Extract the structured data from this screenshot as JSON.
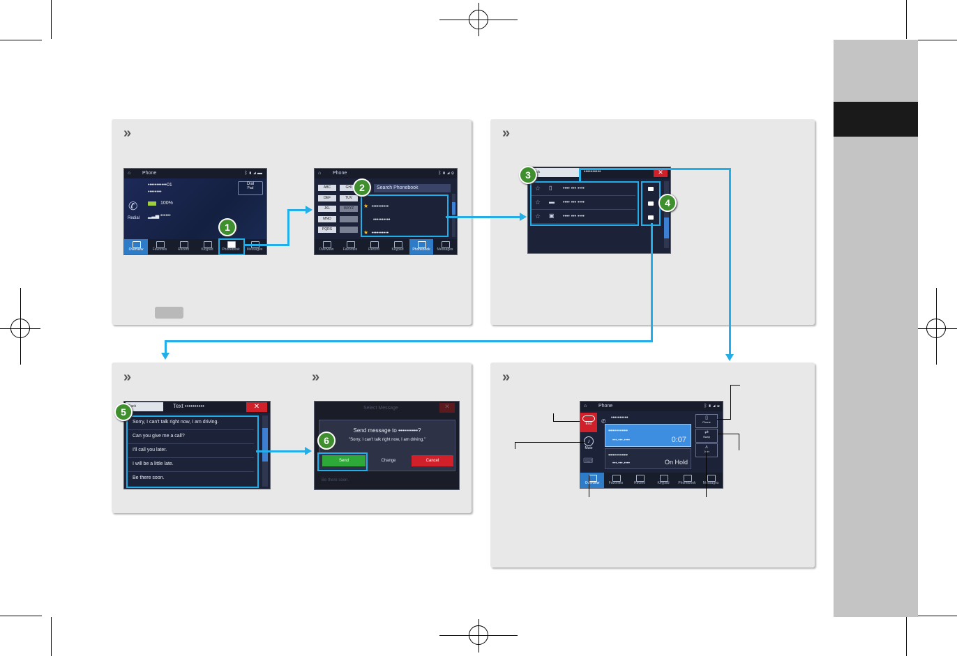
{
  "section_tab": {
    "bg": "#c4c4c4",
    "block": "#1a1a1a"
  },
  "chevron": "»",
  "panel_a": {
    "screen1": {
      "title": "Phone",
      "number": "•••••••••••01",
      "sub": "••••••••",
      "battery": "100%",
      "signal": "••••••",
      "side_label": "Redial",
      "dial_pad": "Dial",
      "dial_pad_sub": "Pad",
      "tabs": [
        "Overview",
        "Favorites",
        "Recent",
        "Keypad",
        "Phonebook",
        "Messages"
      ],
      "active_tab": 0,
      "highlight_tab": 4
    },
    "screen2": {
      "title": "Phone",
      "letters": [
        "ABC",
        "GHI",
        "DEF",
        "TUV",
        "JKL",
        "MNO",
        "PQRS",
        "WXYZ"
      ],
      "search": "Search Phonebook",
      "rows": [
        "••••••••••",
        "••••••••••",
        "••••••••••"
      ],
      "tabs": [
        "Overview",
        "Favorites",
        "Recent",
        "Keypad",
        "Phonebook",
        "Messages"
      ],
      "active_tab": 4
    },
    "button_chip": ""
  },
  "panel_b": {
    "screen3": {
      "back": "Back",
      "title": "••••••••••",
      "rows": [
        "•••• ••• ••••",
        "•••• ••• ••••",
        "•••• ••• ••••"
      ]
    }
  },
  "panel_c": {
    "screen5": {
      "back": "Back",
      "title": "Text  ••••••••••",
      "rows": [
        "Sorry, I can't talk right now, I am driving.",
        "Can you give me a call?",
        "I'll call you later.",
        "I will be a little late.",
        "Be there soon."
      ]
    },
    "screen6": {
      "bg_title": "Select Message",
      "prompt": "Send message to ••••••••••?",
      "quote": "\"Sorry, I can't talk right now, I am driving.\"",
      "send": "Send",
      "change": "Change",
      "cancel": "Cancel",
      "bg_row": "Be there soon."
    }
  },
  "panel_d": {
    "screen7": {
      "title": "Phone",
      "top_number": "••••••••••",
      "call1_name": "••••••••••",
      "call1_number": "•••-•••-••••",
      "call1_time": "0:07",
      "call2_name": "••••••••••",
      "call2_number": "•••-•••-••••",
      "call2_status": "On Hold",
      "left_btn1": "End",
      "left_btn2": "Mute",
      "right_btn1": "Phone",
      "right_btn2": "Swap",
      "right_btn3": "Join",
      "tabs": [
        "Overview",
        "Favorites",
        "Recent",
        "Keypad",
        "Phonebook",
        "Messages"
      ],
      "active_tab": 0
    }
  },
  "badges": [
    "1",
    "2",
    "3",
    "4",
    "5",
    "6"
  ],
  "colors": {
    "accent": "#23aee8",
    "badge": "#3f8f2f",
    "panel": "#e8e8e8",
    "screen": "#1c2238",
    "end_red": "#d0202a",
    "send_green": "#2fa83a"
  }
}
